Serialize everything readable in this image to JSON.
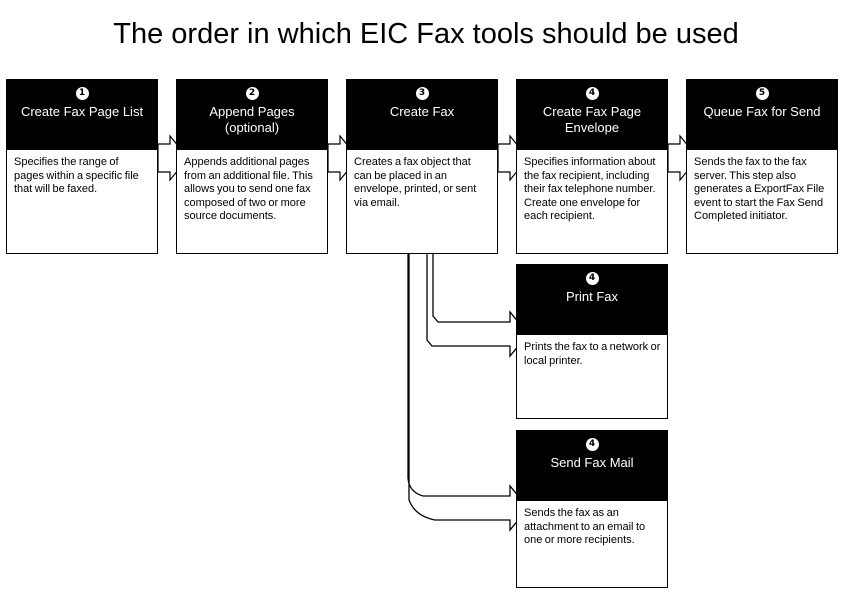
{
  "title": "The order in which EIC Fax tools should be used",
  "nodes": [
    {
      "id": "create-fax-page-list",
      "badge": "1",
      "title": "Create Fax Page List",
      "body": "Specifies the range of pages within a specific file that will be faxed."
    },
    {
      "id": "append-pages",
      "badge": "2",
      "title": "Append Pages\n(optional)",
      "body": "Appends additional pages from an additional file. This allows you to send one fax composed of two or more source documents."
    },
    {
      "id": "create-fax",
      "badge": "3",
      "title": "Create Fax",
      "body": "Creates a fax object that can be placed in an envelope, printed, or sent via email."
    },
    {
      "id": "create-fax-envelope",
      "badge": "4",
      "title": "Create Fax Page Envelope",
      "body": "Specifies information about the fax recipient, including their fax telephone number. Create one envelope for each recipient."
    },
    {
      "id": "queue-fax-for-send",
      "badge": "5",
      "title": "Queue Fax for Send",
      "body": "Sends the fax to the fax server. This step also generates a ExportFax File event to start the Fax Send Completed initiator."
    },
    {
      "id": "print-fax",
      "badge": "4",
      "title": "Print Fax",
      "body": "Prints the fax to a network or local printer."
    },
    {
      "id": "send-fax-mail",
      "badge": "4",
      "title": "Send Fax Mail",
      "body": "Sends the fax as an attachment to an email to one or more recipients."
    }
  ],
  "colors": {
    "header_background": "#000000",
    "header_text": "#ffffff",
    "body_background": "#ffffff",
    "body_text": "#000000",
    "border": "#000000",
    "page_background": "#ffffff"
  },
  "connectors": [
    {
      "name": "arrow-list-to-append",
      "from": "create-fax-page-list",
      "to": "append-pages"
    },
    {
      "name": "arrow-append-to-create",
      "from": "append-pages",
      "to": "create-fax"
    },
    {
      "name": "arrow-create-to-envelope",
      "from": "create-fax",
      "to": "create-fax-envelope"
    },
    {
      "name": "arrow-envelope-to-queue",
      "from": "create-fax-envelope",
      "to": "queue-fax-for-send"
    },
    {
      "name": "arrow-create-to-print",
      "from": "create-fax",
      "to": "print-fax"
    },
    {
      "name": "arrow-create-to-mail",
      "from": "create-fax",
      "to": "send-fax-mail"
    }
  ]
}
